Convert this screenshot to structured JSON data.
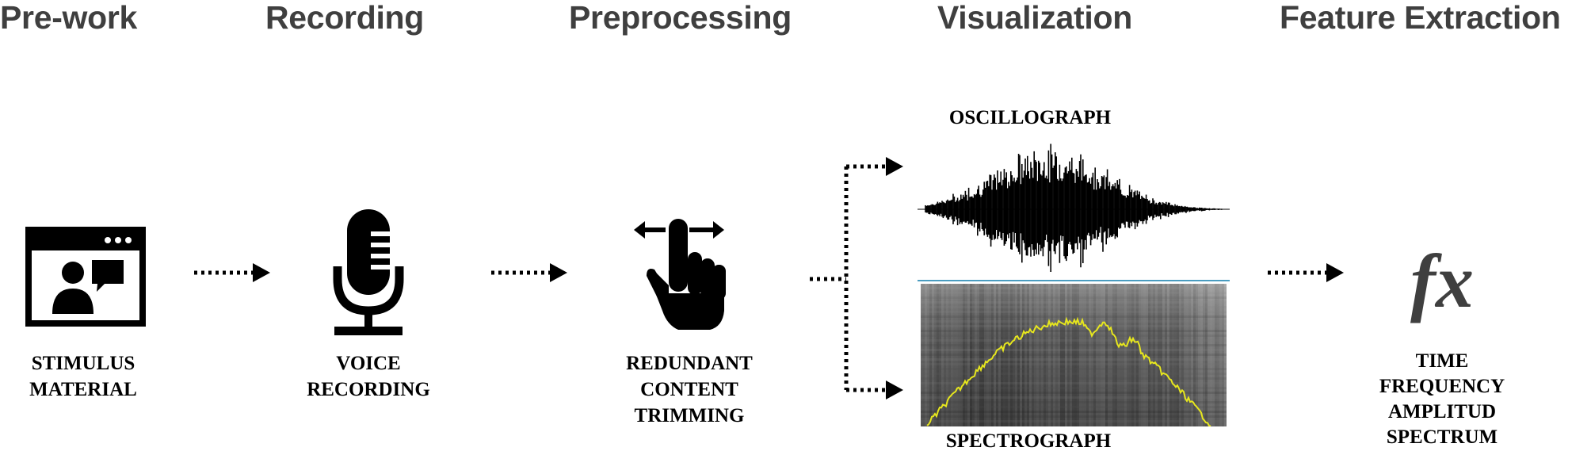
{
  "stages": [
    {
      "heading": "Pre-work",
      "caption": [
        "STIMULUS",
        "MATERIAL"
      ],
      "icon": "video-call-icon"
    },
    {
      "heading": "Recording",
      "caption": [
        "VOICE",
        "RECORDING"
      ],
      "icon": "microphone-icon"
    },
    {
      "heading": "Preprocessing",
      "caption": [
        "REDUNDANT",
        "CONTENT",
        "TRIMMING"
      ],
      "icon": "swipe-hand-icon"
    },
    {
      "heading": "Visualization",
      "top_label": "OSCILLOGRAPH",
      "bottom_label": "SPECTROGRAPH",
      "icon": "waveform-spectrogram-icon"
    },
    {
      "heading": "Feature Extraction",
      "symbol": "fx",
      "caption": [
        "TIME",
        "FREQUENCY",
        "AMPLITUD",
        "SPECTRUM"
      ],
      "icon": "function-icon"
    }
  ],
  "colors": {
    "heading": "#3f3f3f",
    "caption": "#000000",
    "pitch_contour": "#e6e61e",
    "divider": "#4a9cc0"
  }
}
